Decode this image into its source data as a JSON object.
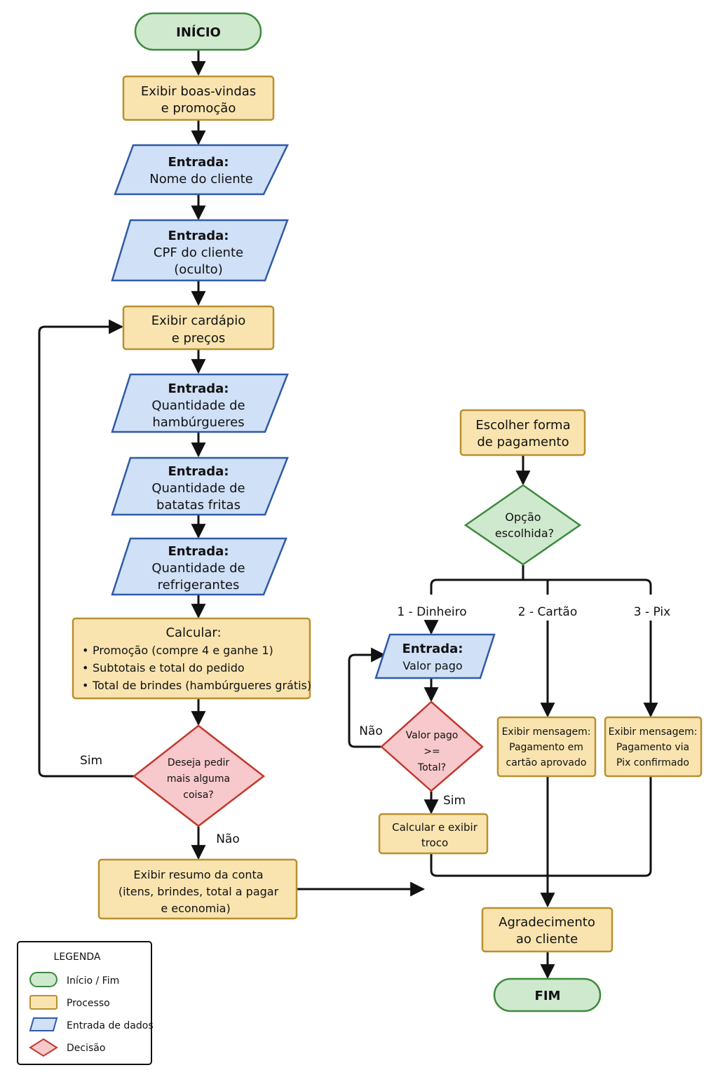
{
  "nodes": {
    "start": {
      "lines": [
        "INÍCIO"
      ]
    },
    "welcome": {
      "lines": [
        "Exibir boas-vindas",
        "e promoção"
      ]
    },
    "input_name": {
      "lines": [
        "Entrada:",
        "Nome do cliente"
      ]
    },
    "input_cpf": {
      "lines": [
        "Entrada:",
        "CPF do cliente",
        "(oculto)"
      ]
    },
    "menu": {
      "lines": [
        "Exibir cardápio",
        "e preços"
      ]
    },
    "input_burgers": {
      "lines": [
        "Entrada:",
        "Quantidade de",
        "hambúrgueres"
      ]
    },
    "input_fries": {
      "lines": [
        "Entrada:",
        "Quantidade de",
        "batatas fritas"
      ]
    },
    "input_sodas": {
      "lines": [
        "Entrada:",
        "Quantidade de",
        "refrigerantes"
      ]
    },
    "calculate": {
      "title": "Calcular:",
      "bullets": [
        "Promoção (compre 4 e ganhe 1)",
        "Subtotais e total do pedido",
        "Total de brindes (hambúrgueres grátis)"
      ]
    },
    "order_more": {
      "lines": [
        "Deseja pedir",
        "mais alguma",
        "coisa?"
      ]
    },
    "summary": {
      "lines": [
        "Exibir resumo da conta",
        "(itens, brindes, total a pagar",
        "e economia)"
      ]
    },
    "payment_choice": {
      "lines": [
        "Escolher forma",
        "de pagamento"
      ]
    },
    "option": {
      "lines": [
        "Opção",
        "escolhida?"
      ]
    },
    "input_paid": {
      "lines": [
        "Entrada:",
        "Valor pago"
      ]
    },
    "paid_check": {
      "lines": [
        "Valor pago",
        ">=",
        "Total?"
      ]
    },
    "change": {
      "lines": [
        "Calcular e exibir",
        "troco"
      ]
    },
    "card_msg": {
      "lines": [
        "Exibir mensagem:",
        "Pagamento em",
        "cartão aprovado"
      ]
    },
    "pix_msg": {
      "lines": [
        "Exibir mensagem:",
        "Pagamento via",
        "Pix confirmado"
      ]
    },
    "thanks": {
      "lines": [
        "Agradecimento",
        "ao cliente"
      ]
    },
    "end": {
      "lines": [
        "FIM"
      ]
    }
  },
  "edge_labels": {
    "sim_loop": "Sim",
    "nao_order": "Não",
    "cash": "1 - Dinheiro",
    "card": "2 - Cartão",
    "pix": "3 - Pix",
    "nao_paid": "Não",
    "sim_paid": "Sim"
  },
  "legend": {
    "title": "LEGENDA",
    "items": [
      {
        "shape": "terminal",
        "label": "Início / Fim"
      },
      {
        "shape": "process",
        "label": "Processo"
      },
      {
        "shape": "input",
        "label": "Entrada de dados"
      },
      {
        "shape": "decision",
        "label": "Decisão"
      }
    ]
  },
  "colors": {
    "terminal_fill": "#cfe9cf",
    "terminal_stroke": "#3c8a3c",
    "process_fill": "#f9e4b0",
    "process_stroke": "#b8902f",
    "input_fill": "#cfe0f7",
    "input_stroke": "#2f5aa8",
    "decision_red_fill": "#f7c8cc",
    "decision_red_stroke": "#c0392b",
    "decision_green_fill": "#cfe9cf",
    "decision_green_stroke": "#3c8a3c",
    "line": "#111111"
  }
}
